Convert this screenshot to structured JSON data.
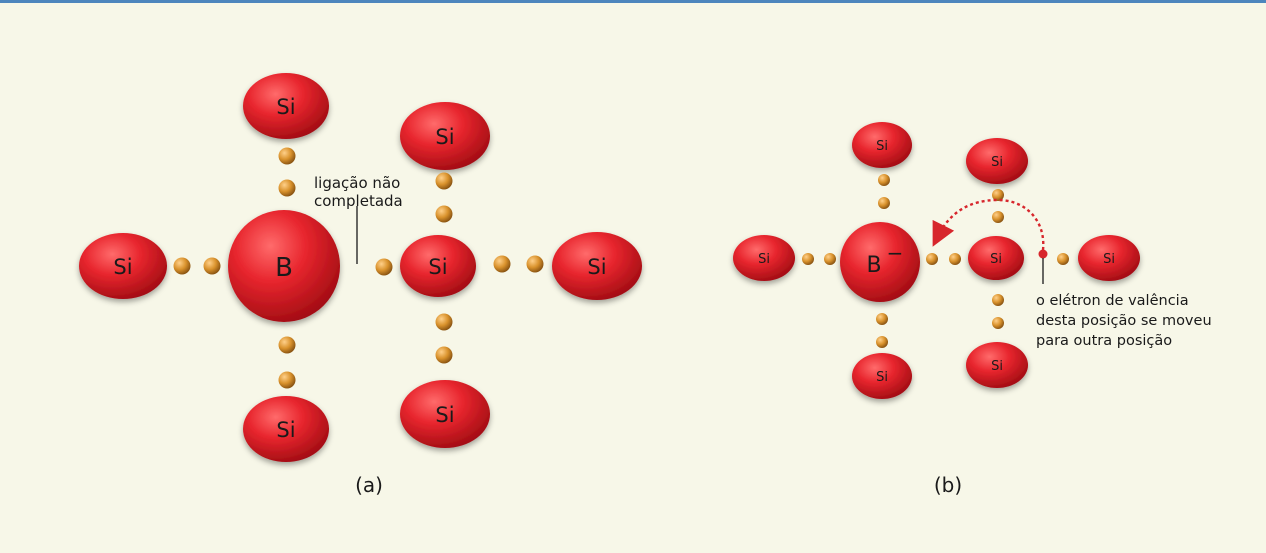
{
  "panel_a": {
    "caption": "(a)",
    "center_atom": "B",
    "neighbor_atom": "Si",
    "annotation": [
      "ligação não",
      "completada"
    ]
  },
  "panel_b": {
    "caption": "(b)",
    "center_atom": "B",
    "center_charge": "−",
    "neighbor_atom": "Si",
    "annotation": [
      "o elétron de valência",
      "desta posição se moveu",
      "para outra posição"
    ]
  },
  "colors": {
    "background": "#f7f7e8",
    "top_rule": "#4d86bd",
    "atom": "#d9232a",
    "electron": "#d9922c",
    "arrow": "#d7262c"
  }
}
